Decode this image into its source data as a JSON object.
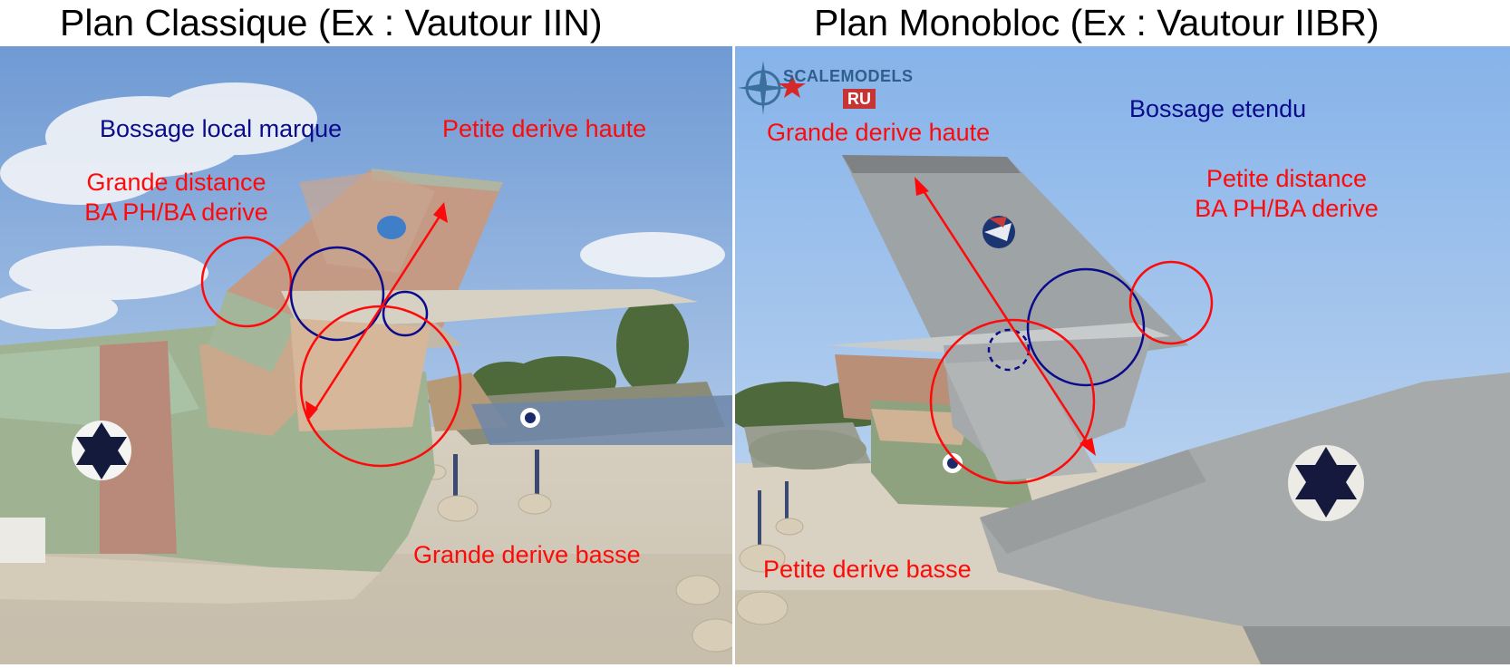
{
  "titles": {
    "left": "Plan Classique (Ex : Vautour IIN)",
    "right": "Plan Monobloc (Ex : Vautour IIBR)"
  },
  "left_panel": {
    "bossage": "Bossage local marque",
    "petite_derive_haute": "Petite derive haute",
    "grande_distance_l1": "Grande distance",
    "grande_distance_l2": "BA PH/BA derive",
    "grande_derive_basse": "Grande derive basse"
  },
  "right_panel": {
    "bossage": "Bossage etendu",
    "grande_derive_haute": "Grande derive haute",
    "petite_distance_l1": "Petite distance",
    "petite_distance_l2": "BA PH/BA derive",
    "petite_derive_basse": "Petite derive basse",
    "logo_text": "SCALEMODELS",
    "logo_badge": "RU"
  },
  "colors": {
    "annotation_red": "#ff0a0a",
    "annotation_blue": "#0a0a8c",
    "sky": "#8fb5e0",
    "ground": "#d9d2c4"
  },
  "icons": [
    "israeli-roundel-icon",
    "squadron-badge-icon",
    "propeller-logo-icon"
  ]
}
